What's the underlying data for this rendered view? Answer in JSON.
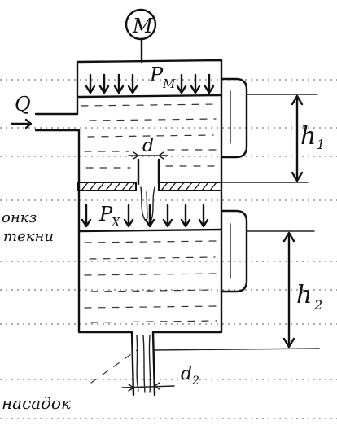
{
  "labels": {
    "motor": "M",
    "flow": "Q",
    "pressure_top": "P",
    "pressure_top_sub": "M",
    "pressure_mid": "P",
    "pressure_mid_sub": "X",
    "orifice_diameter": "d",
    "outlet_diameter": "d",
    "outlet_diameter_sub": "2",
    "level_top": "h",
    "level_top_sub": "1",
    "level_bottom": "h",
    "level_bottom_sub": "2",
    "side_note_1": "онкз",
    "side_note_2": "текни",
    "bottom_note": "насадок"
  }
}
